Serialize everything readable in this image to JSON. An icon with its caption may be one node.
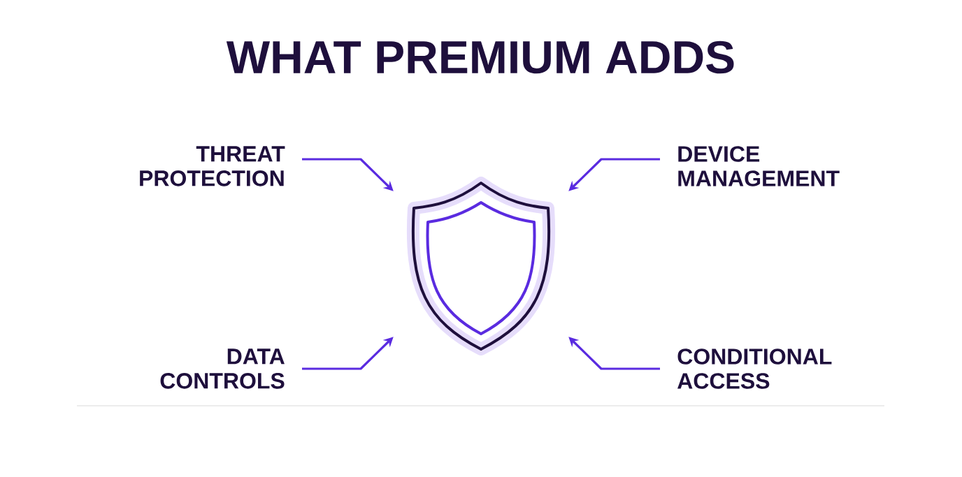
{
  "diagram": {
    "title": "WHAT PREMIUM ADDS",
    "nodes": [
      {
        "text": [
          "THREAT PROTECTION"
        ]
      },
      {
        "text": [
          "DEVICE MANAGEMENT"
        ]
      },
      {
        "text": [],
        "shape": "shield"
      },
      {
        "text": [
          "DATA CONTROLS"
        ]
      },
      {
        "text": [
          "CONDITIONAL ACCESS"
        ]
      }
    ],
    "edges": [
      {
        "from": 0,
        "to": 2,
        "arrow": "to"
      },
      {
        "from": 1,
        "to": 2,
        "arrow": "to"
      },
      {
        "from": 3,
        "to": 2,
        "arrow": "to"
      },
      {
        "from": 4,
        "to": 2,
        "arrow": "to"
      }
    ]
  }
}
